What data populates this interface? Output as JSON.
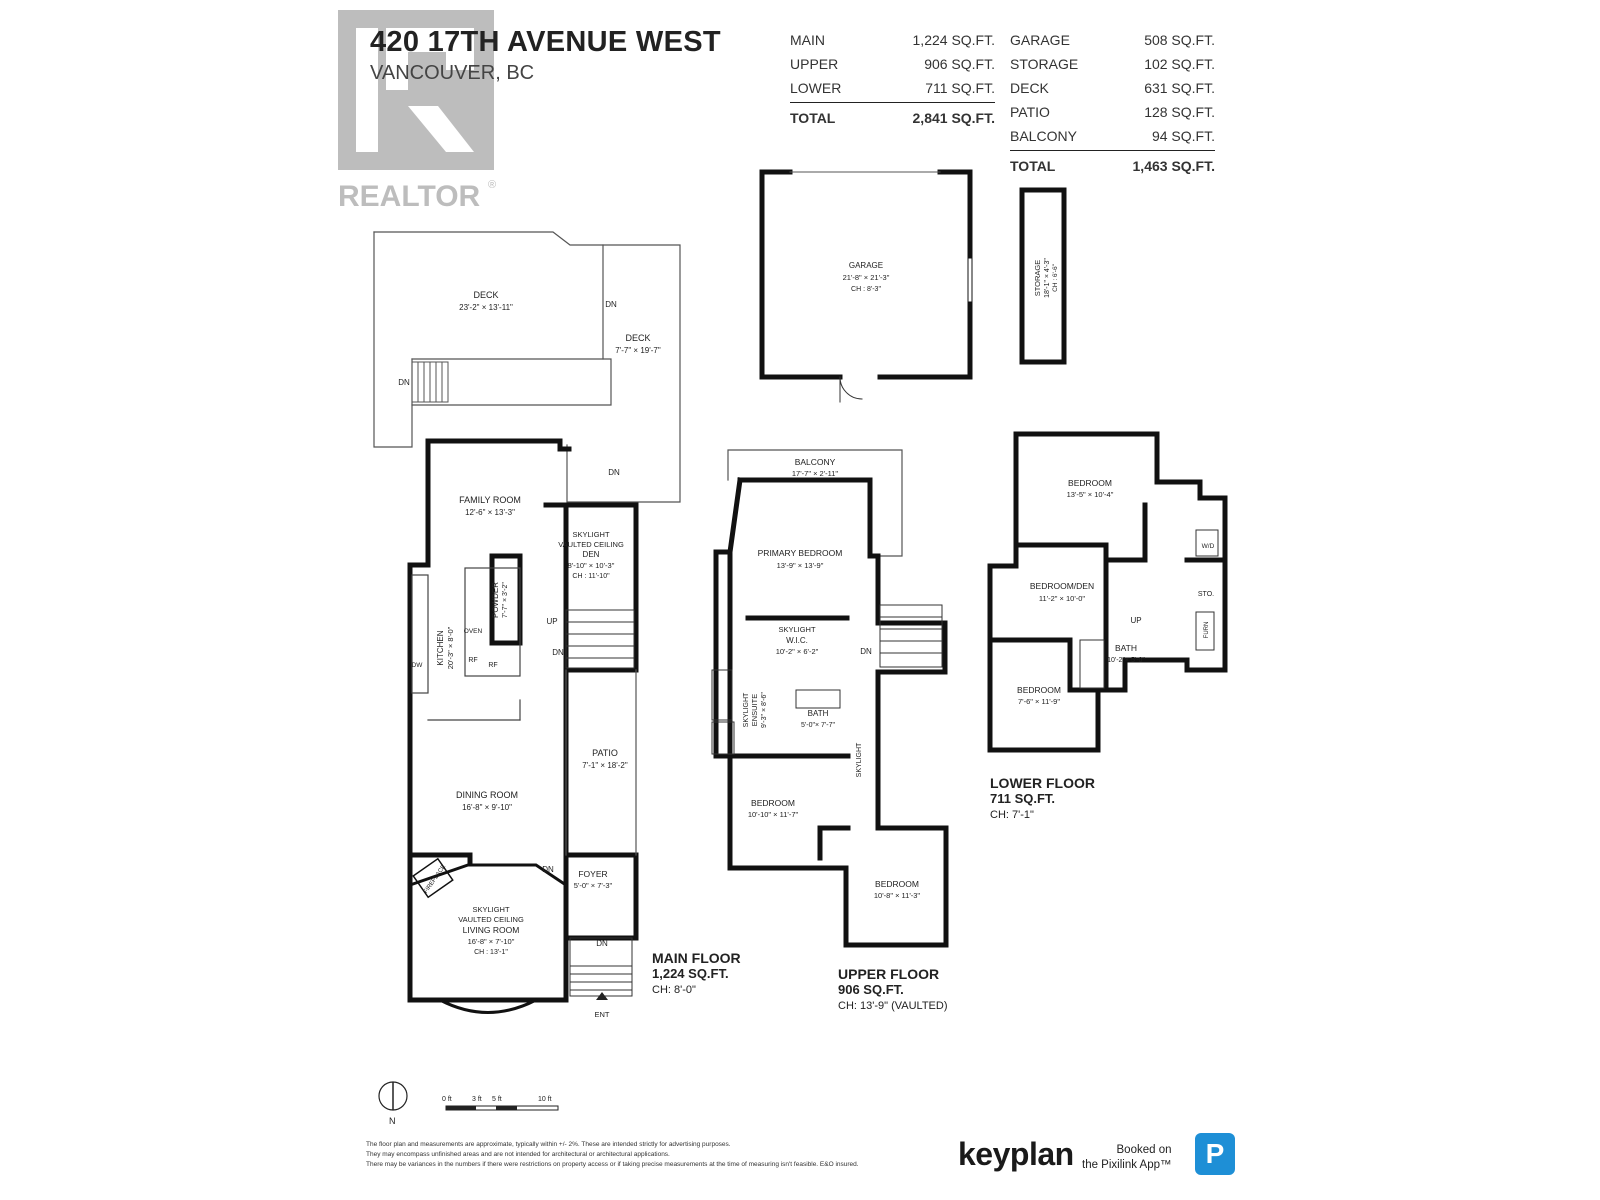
{
  "header": {
    "title": "420 17TH AVENUE WEST",
    "subtitle": "VANCOUVER, BC"
  },
  "watermark": {
    "text": "REALTOR",
    "mark": "®"
  },
  "areas_left": {
    "rows": [
      {
        "label": "MAIN",
        "value": "1,224 SQ.FT."
      },
      {
        "label": "UPPER",
        "value": "906 SQ.FT."
      },
      {
        "label": "LOWER",
        "value": "711 SQ.FT."
      }
    ],
    "total_label": "TOTAL",
    "total_value": "2,841 SQ.FT."
  },
  "areas_right": {
    "rows": [
      {
        "label": "GARAGE",
        "value": "508 SQ.FT."
      },
      {
        "label": "STORAGE",
        "value": "102 SQ.FT."
      },
      {
        "label": "DECK",
        "value": "631 SQ.FT."
      },
      {
        "label": "PATIO",
        "value": "128 SQ.FT."
      },
      {
        "label": "BALCONY",
        "value": "94 SQ.FT."
      }
    ],
    "total_label": "TOTAL",
    "total_value": "1,463 SQ.FT."
  },
  "floors": {
    "main": {
      "name": "MAIN FLOOR",
      "area": "1,224 SQ.FT.",
      "ch": "CH: 8'-0\""
    },
    "upper": {
      "name": "UPPER FLOOR",
      "area": "906 SQ.FT.",
      "ch": "CH: 13'-9\" (VAULTED)"
    },
    "lower": {
      "name": "LOWER FLOOR",
      "area": "711 SQ.FT.",
      "ch": "CH: 7'-1\""
    }
  },
  "rooms": {
    "deck1": {
      "name": "DECK",
      "dim": "23'-2\" × 13'-11\""
    },
    "deck2": {
      "name": "DECK",
      "dim": "7'-7\" × 19'-7\""
    },
    "family": {
      "name": "FAMILY ROOM",
      "dim": "12'-6\" × 13'-3\""
    },
    "den": {
      "n1": "SKYLIGHT",
      "n2": "VAULTED CEILING",
      "name": "DEN",
      "dim": "8'-10\" × 10'-3\"",
      "ch": "CH : 11'-10\""
    },
    "kitchen": {
      "name": "KITCHEN",
      "dim": "20'-3\" × 8'-0\""
    },
    "powder": {
      "name": "POWDER",
      "dim": "7'-7\" × 3'-2\""
    },
    "patio": {
      "name": "PATIO",
      "dim": "7'-1\" × 18'-2\""
    },
    "dining": {
      "name": "DINING ROOM",
      "dim": "16'-8\" × 9'-10\""
    },
    "foyer": {
      "name": "FOYER",
      "dim": "5'-0\" × 7'-3\""
    },
    "living": {
      "n1": "SKYLIGHT",
      "n2": "VAULTED CEILING",
      "name": "LIVING ROOM",
      "dim": "16'-8\" × 7'-10\"",
      "ch": "CH : 13'-1\""
    },
    "garage": {
      "name": "GARAGE",
      "dim": "21'-8\" × 21'-3\"",
      "ch": "CH : 8'-3\""
    },
    "storage": {
      "name": "STORAGE",
      "dim": "18'-1\" × 4'-3\"",
      "ch": "CH : 6'-6\""
    },
    "balcony": {
      "name": "BALCONY",
      "dim": "17'-7\" × 2'-11\""
    },
    "primary": {
      "name": "PRIMARY BEDROOM",
      "dim": "13'-9\" × 13'-9\""
    },
    "wic": {
      "n1": "SKYLIGHT",
      "name": "W.I.C.",
      "dim": "10'-2\" × 6'-2\""
    },
    "ensuite": {
      "n1": "SKYLIGHT",
      "name": "ENSUITE",
      "dim": "9'-3\" × 8'-6\""
    },
    "bath_up": {
      "name": "BATH",
      "dim": "5'-0\"× 7'-7\""
    },
    "bed_up1": {
      "name": "BEDROOM",
      "dim": "10'-10\" × 11'-7\""
    },
    "bed_up2": {
      "name": "BEDROOM",
      "dim": "10'-8\" × 11'-3\""
    },
    "skylight_hall": {
      "name": "SKYLIGHT"
    },
    "bed_lo1": {
      "name": "BEDROOM",
      "dim": "13'-5\" × 10'-4\""
    },
    "bedden": {
      "name": "BEDROOM/DEN",
      "dim": "11'-2\" × 10'-0\""
    },
    "bath_lo": {
      "name": "BATH",
      "dim": "10'-2\"× 5'-0\""
    },
    "bed_lo2": {
      "name": "BEDROOM",
      "dim": "7'-6\" × 11'-9\""
    },
    "sto": {
      "name": "STO."
    },
    "wd": {
      "name": "W/D"
    },
    "furn": {
      "name": "FURN"
    }
  },
  "fixtures": {
    "up": "UP",
    "dn": "DN",
    "ent": "ENT",
    "oven": "OVEN",
    "rf": "RF",
    "dw": "DW",
    "fireplace": "FIREPLACE"
  },
  "north": "N",
  "scale": [
    "0 ft",
    "3 ft",
    "5 ft",
    "10 ft"
  ],
  "disclaimer": [
    "The floor plan and measurements are approximate, typically within +/- 2%. These are intended strictly for advertising purposes.",
    "They may encompass unfinished areas and are not intended for architectural or architectural applications.",
    "There may be variances in the numbers if there were restrictions on property access or if taking precise measurements at the time of measuring isn't feasible. E&O insured."
  ],
  "branding": {
    "keyplan": "keyplan",
    "booked_line1": "Booked on",
    "booked_line2": "the Pixilink App™",
    "pixilink_letter": "P"
  },
  "colors": {
    "wall": "#111111",
    "thin": "#555555",
    "watermark": "#bdbdbd",
    "pixilink": "#1e8fd6",
    "keyplan_accent": "#f0a030"
  }
}
